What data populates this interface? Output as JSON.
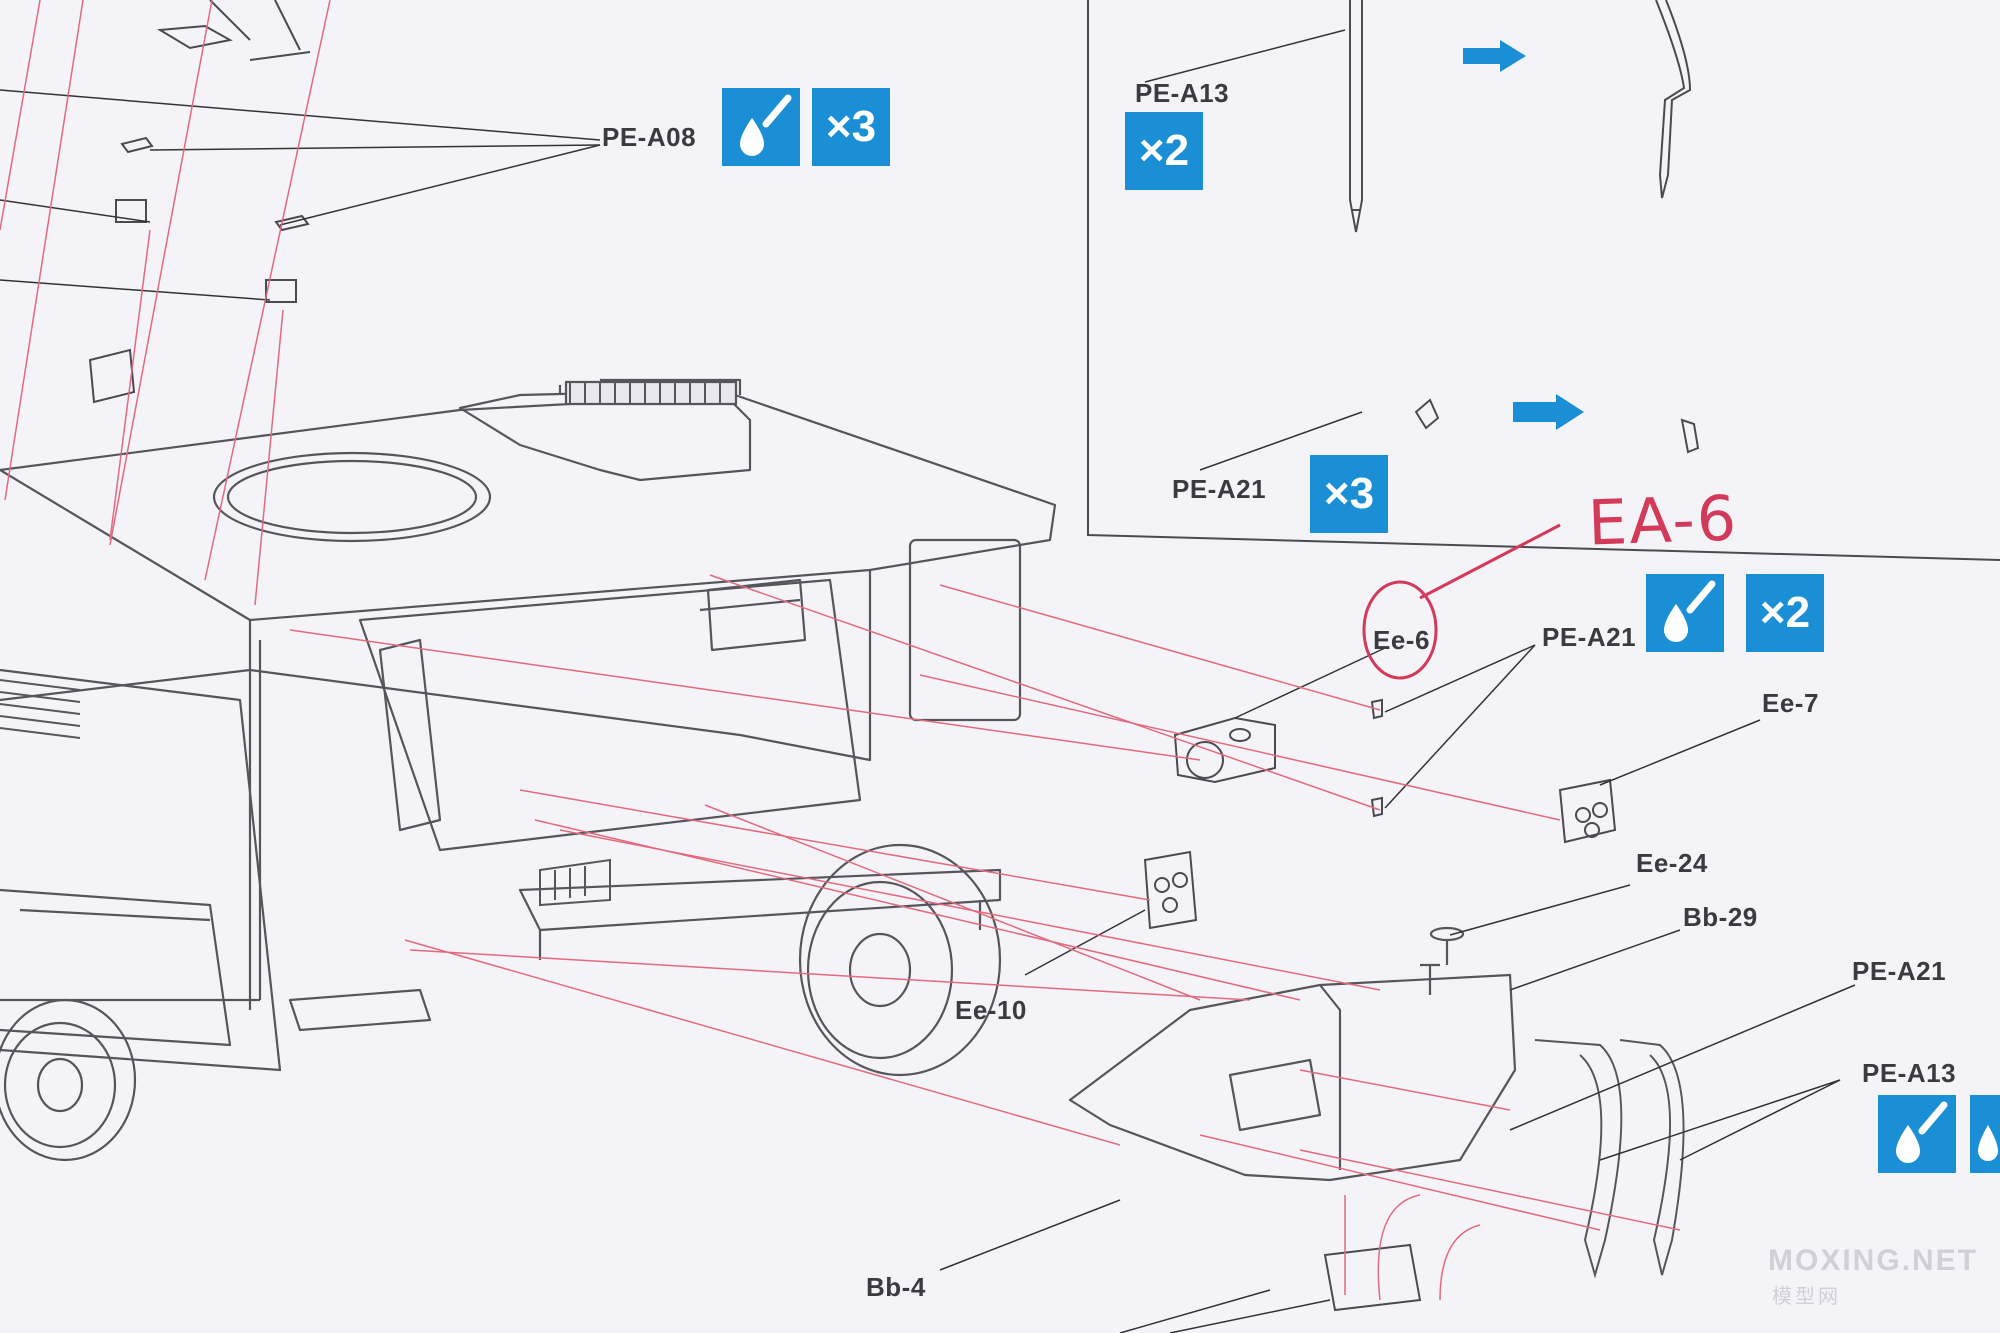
{
  "labels": {
    "pe_a08": "PE-A08",
    "pe_a13_top": "PE-A13",
    "pe_a21_box": "PE-A21",
    "ee_6": "Ee-6",
    "pe_a21_mid": "PE-A21",
    "ee_7": "Ee-7",
    "ee_24": "Ee-24",
    "bb_29": "Bb-29",
    "pe_a21_low": "PE-A21",
    "pe_a13_low": "PE-A13",
    "ee_10": "Ee-10",
    "bb_4": "Bb-4"
  },
  "badges": {
    "x3_top": "×3",
    "x2_box": "×2",
    "x3_box": "×3",
    "x2_right": "×2"
  },
  "handwritten": {
    "correction": "EA-6"
  },
  "watermark": {
    "site": "MOXING.NET",
    "cn": "模型网"
  },
  "icons": [
    "glue-drop-icon",
    "arrow-right-icon"
  ],
  "colors": {
    "badge": "#1b8fd6",
    "assembly_line": "#e26a7e",
    "ink": "#3a3a40",
    "handwriting": "#d33a5a",
    "paper": "#f4f3f8"
  }
}
